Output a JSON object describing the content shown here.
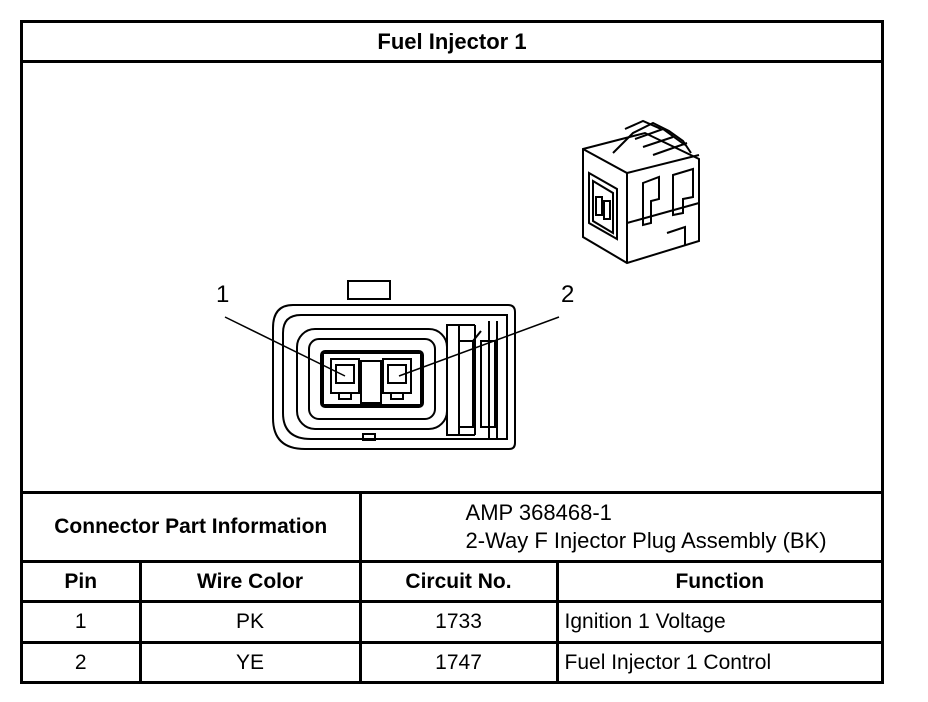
{
  "title": "Fuel Injector 1",
  "pin_labels": [
    "1",
    "2"
  ],
  "connector_part_information": {
    "label": "Connector Part Information",
    "part_number": "AMP 368468-1",
    "description": "2-Way F Injector Plug Assembly (BK)"
  },
  "table": {
    "headers": [
      "Pin",
      "Wire Color",
      "Circuit No.",
      "Function"
    ],
    "rows": [
      [
        "1",
        "PK",
        "1733",
        "Ignition 1 Voltage"
      ],
      [
        "2",
        "YE",
        "1747",
        "Fuel Injector 1 Control"
      ]
    ]
  }
}
